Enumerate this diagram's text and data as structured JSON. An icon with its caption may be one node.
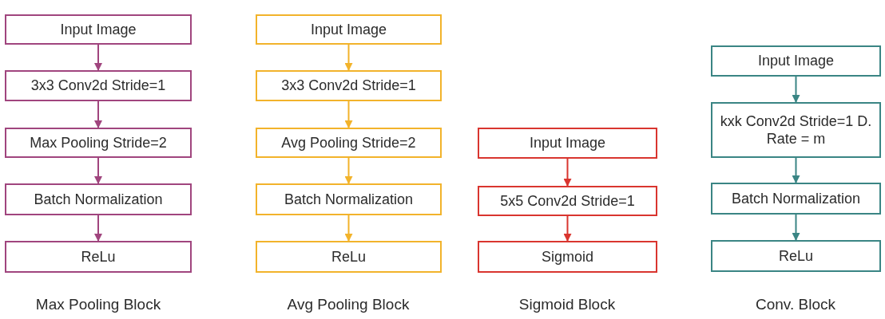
{
  "diagram": {
    "nodes": [
      {
        "text": [
          "Input Image"
        ]
      },
      {
        "text": [
          "3x3 Conv2d Stride=1"
        ]
      },
      {
        "text": [
          "Max Pooling Stride=2"
        ]
      },
      {
        "text": [
          "Batch Normalization"
        ]
      },
      {
        "text": [
          "ReLu"
        ]
      },
      {
        "text": [
          "Input Image"
        ]
      },
      {
        "text": [
          "3x3 Conv2d Stride=1"
        ]
      },
      {
        "text": [
          "Avg Pooling Stride=2"
        ]
      },
      {
        "text": [
          "Batch Normalization"
        ]
      },
      {
        "text": [
          "ReLu"
        ]
      },
      {
        "text": [
          "Input Image"
        ]
      },
      {
        "text": [
          "5x5 Conv2d Stride=1"
        ]
      },
      {
        "text": [
          "Sigmoid"
        ]
      },
      {
        "text": [
          "Input Image"
        ]
      },
      {
        "text": [
          "kxk Conv2d Stride=1 D. Rate = m"
        ]
      },
      {
        "text": [
          "Batch Normalization"
        ]
      },
      {
        "text": [
          "ReLu"
        ]
      }
    ],
    "edges": [
      {
        "from": 0,
        "to": 1,
        "arrow": "to",
        "color": "#a0457e"
      },
      {
        "from": 1,
        "to": 2,
        "arrow": "to",
        "color": "#a0457e"
      },
      {
        "from": 2,
        "to": 3,
        "arrow": "to",
        "color": "#a0457e"
      },
      {
        "from": 3,
        "to": 4,
        "arrow": "to",
        "color": "#a0457e"
      },
      {
        "from": 5,
        "to": 6,
        "arrow": "to",
        "color": "#f2b32b"
      },
      {
        "from": 6,
        "to": 7,
        "arrow": "to",
        "color": "#f2b32b"
      },
      {
        "from": 7,
        "to": 8,
        "arrow": "to",
        "color": "#f2b32b"
      },
      {
        "from": 8,
        "to": 9,
        "arrow": "to",
        "color": "#f2b32b"
      },
      {
        "from": 10,
        "to": 11,
        "arrow": "to",
        "color": "#d9352f"
      },
      {
        "from": 11,
        "to": 12,
        "arrow": "to",
        "color": "#d9352f"
      },
      {
        "from": 13,
        "to": 14,
        "arrow": "to",
        "color": "#3a8584"
      },
      {
        "from": 14,
        "to": 15,
        "arrow": "to",
        "color": "#3a8584"
      },
      {
        "from": 15,
        "to": 16,
        "arrow": "to",
        "color": "#3a8584"
      }
    ],
    "labels": [
      "Max Pooling Block",
      "Avg Pooling Block",
      "Sigmoid Block",
      "Conv. Block"
    ]
  }
}
